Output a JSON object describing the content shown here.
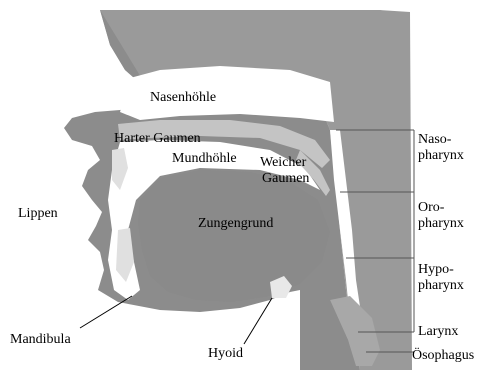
{
  "labels": {
    "nasenhoehle": "Nasenhöhle",
    "harter_gaumen": "Harter Gaumen",
    "mundhoehle": "Mundhöhle",
    "weicher": "Weicher",
    "gaumen": "Gaumen",
    "lippen": "Lippen",
    "zungengrund": "Zungengrund",
    "mandibula": "Mandibula",
    "hyoid": "Hyoid",
    "naso_1": "Naso-",
    "naso_2": "pharynx",
    "oro_1": "Oro-",
    "oro_2": "pharynx",
    "hypo_1": "Hypo-",
    "hypo_2": "pharynx",
    "larynx": "Larynx",
    "oesophagus": "Ösophagus"
  },
  "colors": {
    "tissue": "#8c8c8c",
    "tissue_light": "#b5b5b5",
    "tissue_dark": "#6e6e6e",
    "background": "#ffffff"
  }
}
